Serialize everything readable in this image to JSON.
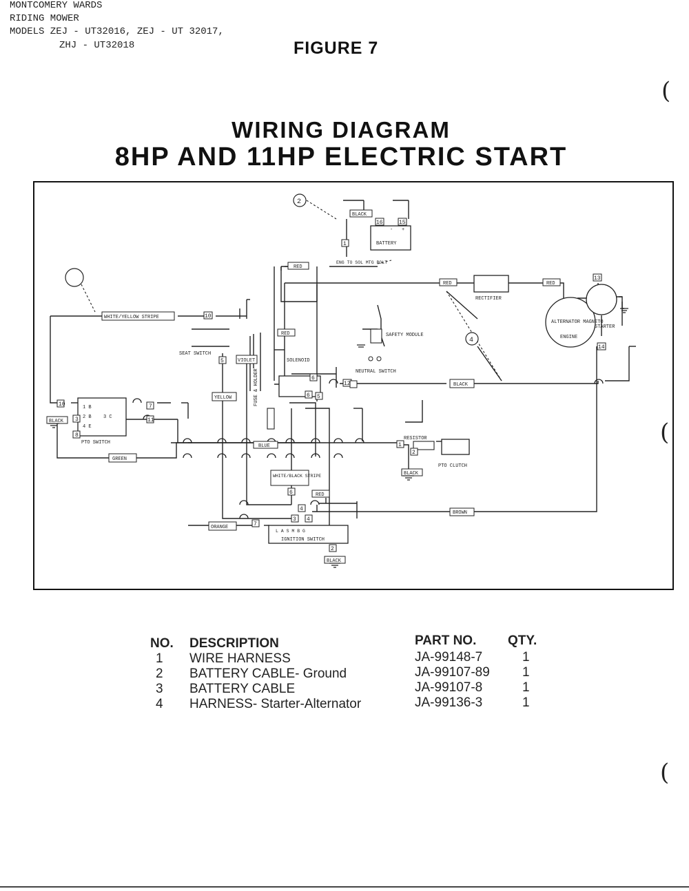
{
  "header": {
    "line1": "MONTCOMERY WARDS",
    "line2": "RIDING MOWER",
    "line3": "MODELS ZEJ - UT32016, ZEJ - UT 32017,",
    "line4": "ZHJ - UT32018"
  },
  "figure_label": "FIGURE 7",
  "title": {
    "line1": "WIRING DIAGRAM",
    "line2": "8HP AND 11HP ELECTRIC START"
  },
  "diagram_labels": {
    "callout_2": "2",
    "callout_4": "4",
    "black_top": "BLACK",
    "battery": "BATTERY",
    "battery_note": "ENG TO SOL MTG BOLT",
    "red_top": "RED",
    "red_r1": "RED",
    "red_r2": "RED",
    "rectifier": "RECTIFIER",
    "starter": "STARTER",
    "alternator": "ALTERNATOR MAGNETO",
    "engine": "ENGINE",
    "white_yellow_stripe": "WHITE/YELLOW STRIPE",
    "seat_switch": "SEAT SWITCH",
    "violet": "VIOLET",
    "red_mid": "RED",
    "solenoid": "SOLENOID",
    "safety_module": "SAFETY MODULE",
    "neutral_switch": "NEUTRAL SWITCH",
    "black_mid": "BLACK",
    "yellow": "YELLOW",
    "fuse_holder": "FUSE & HOLDER",
    "black_left": "BLACK",
    "pto_switch": "PTO SWITCH",
    "green": "GREEN",
    "blue": "BLUE",
    "resistor": "RESISTOR",
    "pto_clutch": "PTO CLUTCH",
    "black_right": "BLACK",
    "white_black_stripe": "WHITE/BLACK STRIPE",
    "red_bottom": "RED",
    "brown": "BROWN",
    "orange": "ORANGE",
    "ignition_switch": "IGNITION SWITCH",
    "ignition_terminals": "L  A  S  M  B  G",
    "black_bottom": "BLACK",
    "pto_terminals": [
      "1 B",
      "2 B",
      "3 C",
      "4 E"
    ],
    "num_1": "1",
    "num_2": "2",
    "num_3": "3",
    "num_4": "4",
    "num_5": "5",
    "num_6": "6",
    "num_7": "7",
    "num_8": "8",
    "num_10": "10",
    "num_11": "11",
    "num_12": "12",
    "num_13": "13",
    "num_14": "14",
    "num_15": "15",
    "num_16": "16"
  },
  "parts_table": {
    "headers": {
      "no": "NO.",
      "description": "DESCRIPTION",
      "part_no": "PART NO.",
      "qty": "QTY."
    },
    "rows": [
      {
        "no": "1",
        "description": "WIRE HARNESS",
        "part_no": "JA-99148-7",
        "qty": "1"
      },
      {
        "no": "2",
        "description": "BATTERY CABLE- Ground",
        "part_no": "JA-99107-89",
        "qty": "1"
      },
      {
        "no": "3",
        "description": "BATTERY CABLE",
        "part_no": "JA-99107-8",
        "qty": "1"
      },
      {
        "no": "4",
        "description": "HARNESS- Starter-Alternator",
        "part_no": "JA-99136-3",
        "qty": "1"
      }
    ]
  },
  "punch_marks": [
    "(",
    "(",
    "("
  ]
}
